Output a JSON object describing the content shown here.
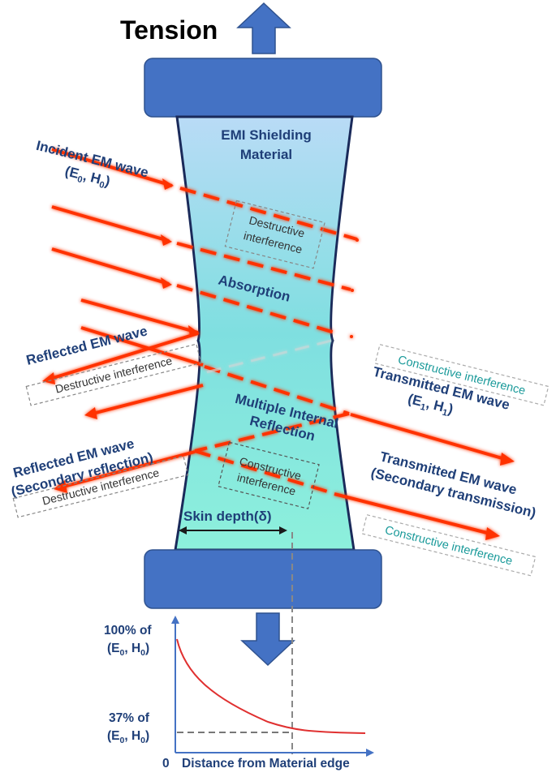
{
  "title": "Tension",
  "material": {
    "line1": "EMI Shielding",
    "line2": "Material"
  },
  "incident": {
    "line1": "Incident EM wave",
    "line2_prefix": "(E",
    "line2_sub1": "0",
    "line2_mid": ", H",
    "line2_sub2": "0",
    "line2_suffix": ")"
  },
  "absorption": "Absorption",
  "reflected": "Reflected EM wave",
  "reflected_secondary": {
    "line1": "Reflected EM wave",
    "line2": "(Secondary reflection)"
  },
  "transmitted": {
    "line1": "Transmitted EM wave",
    "line2_prefix": "(E",
    "line2_sub1": "1",
    "line2_mid": ", H",
    "line2_sub2": "1",
    "line2_suffix": ")"
  },
  "transmitted_secondary": {
    "line1": "Transmitted EM wave",
    "line2": "(Secondary transmission)"
  },
  "multiple_reflection": {
    "line1": "Multiple Internal",
    "line2": "Reflection"
  },
  "boxes": {
    "destructive_top": {
      "line1": "Destructive",
      "line2": "interference"
    },
    "destructive_left1": "Destructive interference",
    "destructive_left2": "Destructive interference",
    "constructive_right1": "Constructive interference",
    "constructive_right2": "Constructive interference",
    "constructive_center": {
      "line1": "Constructive",
      "line2": "interference"
    }
  },
  "skin_depth": "Skin depth(δ)",
  "graph": {
    "y_top_line1": "100% of",
    "y_top_line2_prefix": "(E",
    "y_top_sub1": "0",
    "y_top_mid": ", H",
    "y_top_sub2": "0",
    "y_top_suffix": ")",
    "y_mid_line1": "37% of",
    "y_mid_line2_prefix": "(E",
    "y_mid_sub1": "0",
    "y_mid_mid": ", H",
    "y_mid_sub2": "0",
    "y_mid_suffix": ")",
    "origin": "0",
    "x_label": "Distance from Material edge"
  },
  "colors": {
    "clamp": "#4472c4",
    "clamp_stroke": "#2f528f",
    "material_top": "#b8dcf5",
    "material_bottom": "#8eebd8",
    "material_stroke": "#1a2a5a",
    "arrow": "#ff3300",
    "arrow_glow": "#ffd27a",
    "text_blue": "#1f3f78",
    "teal": "#1a9a9a",
    "curve": "#e03030"
  }
}
